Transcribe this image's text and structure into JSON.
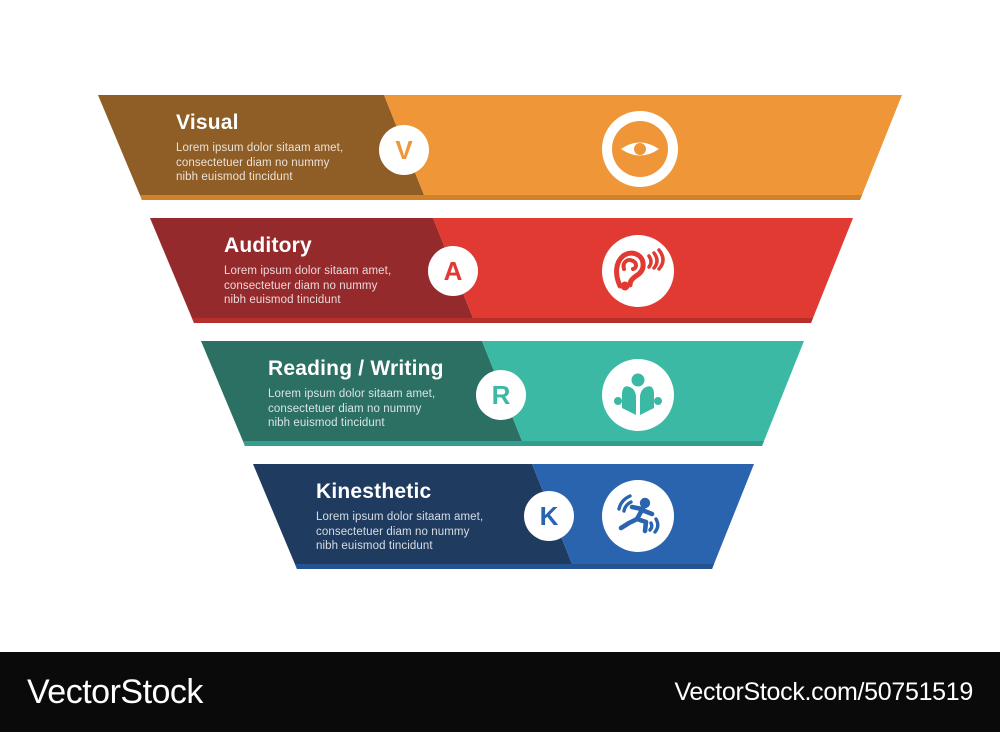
{
  "bands": [
    {
      "title": "Visual",
      "letter": "V",
      "icon": "eye-icon",
      "desc_lines": [
        "Lorem ipsum dolor sitaam amet,",
        "consectetuer diam no nummy",
        "nibh euismod tincidunt"
      ],
      "colors": {
        "dark": "#8F5D26",
        "light": "#EF9638",
        "shadow": "#D2812B"
      }
    },
    {
      "title": "Auditory",
      "letter": "A",
      "icon": "ear-icon",
      "desc_lines": [
        "Lorem ipsum dolor sitaam amet,",
        "consectetuer diam no nummy",
        "nibh euismod tincidunt"
      ],
      "colors": {
        "dark": "#952A2D",
        "light": "#E03A33",
        "shadow": "#B62F2B"
      }
    },
    {
      "title": "Reading / Writing",
      "letter": "R",
      "icon": "book-reader-icon",
      "desc_lines": [
        "Lorem ipsum dolor sitaam amet,",
        "consectetuer diam no nummy",
        "nibh euismod tincidunt"
      ],
      "colors": {
        "dark": "#2C6F63",
        "light": "#3CB9A5",
        "shadow": "#339E8D"
      }
    },
    {
      "title": "Kinesthetic",
      "letter": "K",
      "icon": "runner-icon",
      "desc_lines": [
        "Lorem ipsum dolor sitaam amet,",
        "consectetuer diam no nummy",
        "nibh euismod tincidunt"
      ],
      "colors": {
        "dark": "#1F3B60",
        "light": "#2A64AE",
        "shadow": "#235391"
      }
    }
  ],
  "footer": {
    "brand": "VectorStock",
    "credit": "VectorStock.com/50751519",
    "background": "#0A0A0A",
    "text_color": "#FFFFFF"
  }
}
